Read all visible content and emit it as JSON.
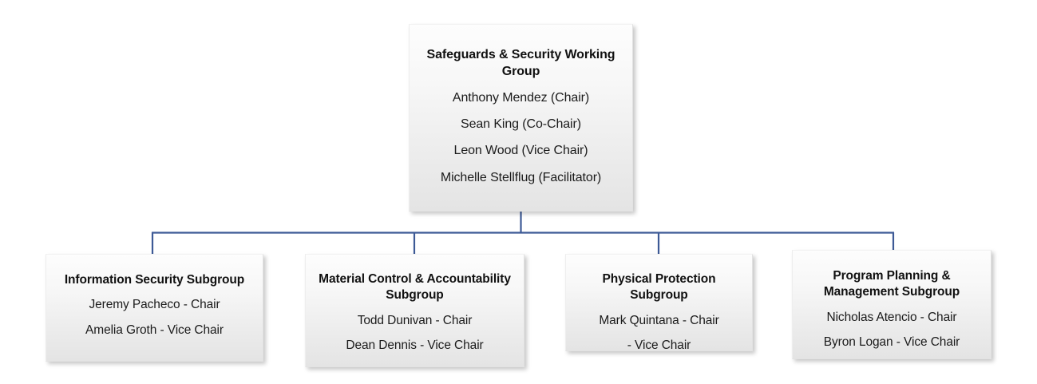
{
  "chart": {
    "type": "org-chart",
    "title": "Safeguards & Security Working Group organizational chart",
    "line_color": "#3d5a96",
    "box_fill_top": "#fdfdfd",
    "box_fill_bottom": "#e4e4e4",
    "box_border_color": "#e2e2e2",
    "text_color": "#1a1a1a"
  },
  "root": {
    "title": "Safeguards & Security Working Group",
    "members": [
      "Anthony Mendez (Chair)",
      "Sean King (Co-Chair)",
      "Leon Wood  (Vice Chair)",
      "Michelle Stellflug (Facilitator)"
    ]
  },
  "subgroups": [
    {
      "title": "Information Security Subgroup",
      "members": [
        "Jeremy Pacheco - Chair",
        "Amelia Groth - Vice Chair"
      ]
    },
    {
      "title": "Material Control & Accountability Subgroup",
      "members": [
        "Todd Dunivan - Chair",
        "Dean Dennis - Vice Chair"
      ]
    },
    {
      "title": "Physical Protection Subgroup",
      "members": [
        "Mark Quintana - Chair",
        "- Vice Chair"
      ]
    },
    {
      "title": "Program Planning & Management Subgroup",
      "members": [
        "Nicholas Atencio - Chair",
        "Byron Logan - Vice Chair"
      ]
    }
  ]
}
